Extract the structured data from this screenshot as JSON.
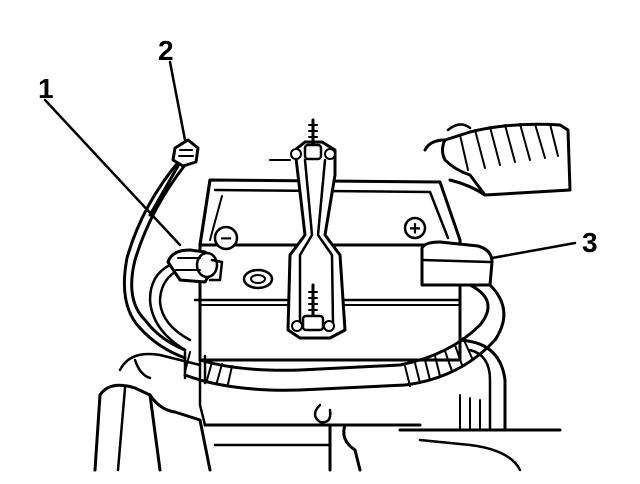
{
  "callouts": [
    {
      "id": "1",
      "label": "1"
    },
    {
      "id": "2",
      "label": "2"
    },
    {
      "id": "3",
      "label": "3"
    }
  ],
  "terminals": {
    "negative_symbol": "−",
    "positive_symbol": "+"
  },
  "colors": {
    "ink": "#000000",
    "paper": "#ffffff"
  }
}
